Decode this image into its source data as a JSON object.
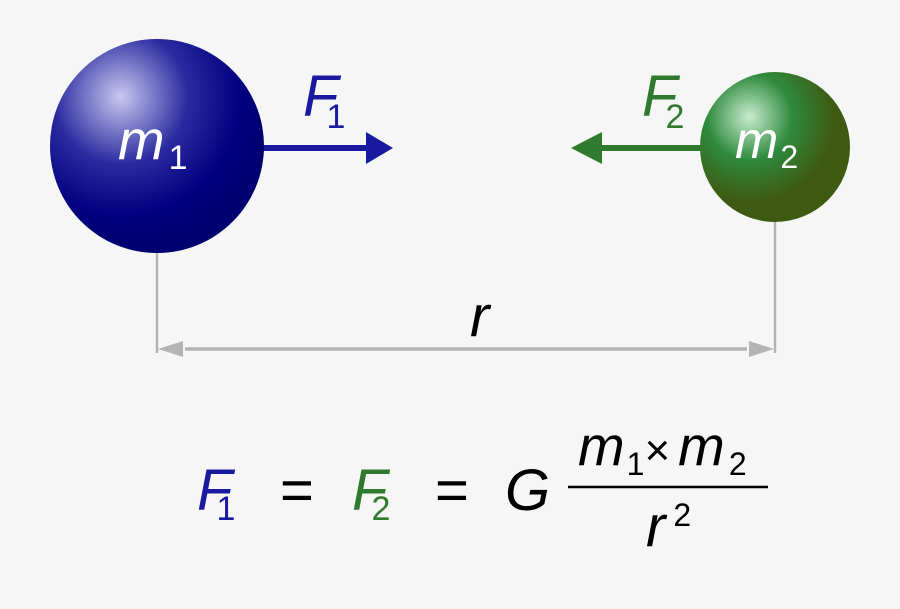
{
  "colors": {
    "background": "#f6f6f6",
    "mass1": "#000080",
    "mass1_highlight": "#c8c8f0",
    "mass2": "#2e7d32",
    "mass2_dark": "#3e5a12",
    "mass2_highlight": "#c8ecd0",
    "force1": "#1a1aa0",
    "force2": "#2f7a2f",
    "distance": "#b4b4b4",
    "text": "#000000",
    "mass_label": "#ffffff"
  },
  "mass1": {
    "symbol": "m",
    "subscript": "1"
  },
  "mass2": {
    "symbol": "m",
    "subscript": "2"
  },
  "force1": {
    "symbol": "F",
    "subscript": "1"
  },
  "force2": {
    "symbol": "F",
    "subscript": "2"
  },
  "distance": {
    "symbol": "r"
  },
  "formula": {
    "lhs1_symbol": "F",
    "lhs1_sub": "1",
    "eq1": "=",
    "lhs2_symbol": "F",
    "lhs2_sub": "2",
    "eq2": "=",
    "constant": "G",
    "numerator_m1": "m",
    "numerator_m1_sub": "1",
    "times": "×",
    "numerator_m2": "m",
    "numerator_m2_sub": "2",
    "denominator": "r",
    "denominator_exp": "2"
  }
}
